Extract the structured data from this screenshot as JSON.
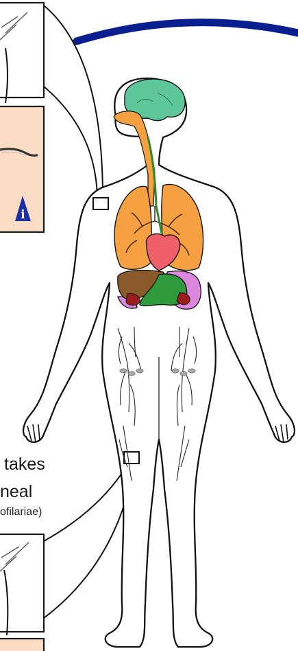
{
  "captions": {
    "line1": "takes",
    "line2": "neal",
    "line3": "ofilariae)"
  },
  "icons": {
    "info": "info-icon",
    "info_glyph": "i"
  },
  "colors": {
    "arc": "#0a1f8f",
    "panel_fill": "#fbdcc4",
    "info_badge": "#1a2fa6",
    "brain": "#5ec79a",
    "lungs": "#f5a142",
    "heart": "#f0606b",
    "liver": "#8a5a2b",
    "stomach": "#2e9a3c",
    "spleen": "#9b1c1c",
    "intestine_pink": "#dc88dc",
    "vessel": "#2d8a2d",
    "lymph_node": "#a9a9a9"
  }
}
